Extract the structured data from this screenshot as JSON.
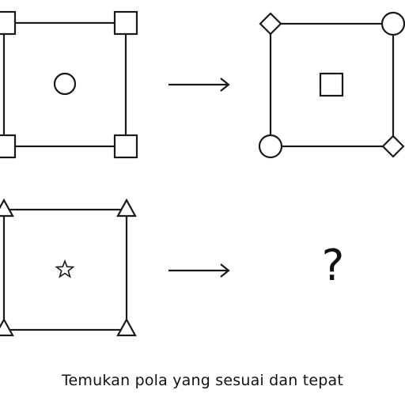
{
  "puzzle": {
    "question_mark": "?",
    "caption": "Temukan pola yang sesuai dan tepat",
    "example_pair": {
      "before": {
        "corner_shape": "square",
        "center_shape": "circle"
      },
      "after": {
        "corner_shapes": [
          "diamond",
          "circle",
          "circle",
          "diamond"
        ],
        "center_shape": "square"
      }
    },
    "question_pair": {
      "before": {
        "corner_shape": "triangle",
        "center_shape": "star"
      }
    }
  },
  "colors": {
    "stroke": "#1a1a1a",
    "background": "#ffffff"
  }
}
